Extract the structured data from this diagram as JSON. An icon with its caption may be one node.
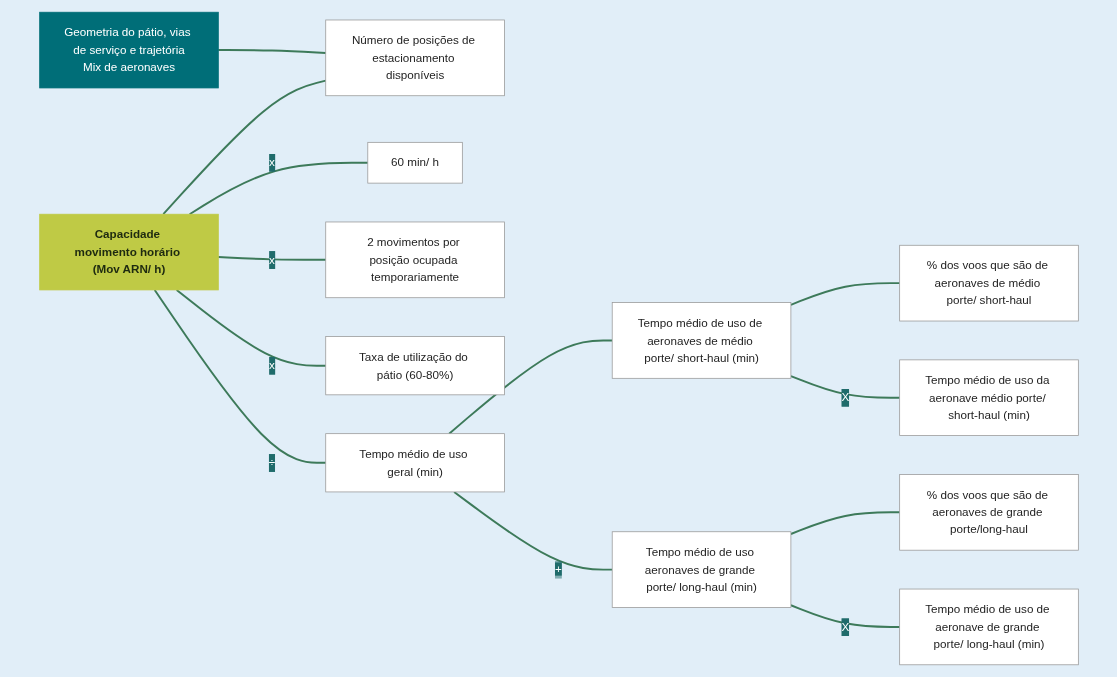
{
  "diagram": {
    "nodes": [
      {
        "text": [
          "Capacidade movimento horário (Mov ARN/ h)"
        ]
      },
      {
        "text": [
          "Número de posições de estacionamento disponíveis"
        ]
      },
      {
        "text": [
          "Geometria do pátio, vias de serviço e trajetória",
          "Mix de aeronaves"
        ]
      },
      {
        "text": [
          "60 min/ h"
        ]
      },
      {
        "text": [
          "2 movimentos por posição ocupada temporariamente"
        ]
      },
      {
        "text": [
          "Taxa de utilização do pátio (60-80%)"
        ]
      },
      {
        "text": [
          "Tempo médio de uso geral (min)"
        ]
      },
      {
        "text": [
          "Tempo médio de uso de aeronaves de médio porte/ short-haul (min)"
        ]
      },
      {
        "text": [
          "Tempo médio de uso aeronaves de grande porte/ long-haul (min)"
        ]
      },
      {
        "text": [
          "% dos voos que são de aeronaves de médio porte/ short-haul"
        ]
      },
      {
        "text": [
          "Tempo médio de uso da aeronave médio porte/ short-haul (min)"
        ]
      },
      {
        "text": [
          "% dos voos que são de aeronaves de grande porte/long-haul"
        ]
      },
      {
        "text": [
          "Tempo médio de uso de aeronave de grande porte/ long-haul (min)"
        ]
      }
    ],
    "edges": [
      {
        "from": 0,
        "to": 1,
        "arrow": "none"
      },
      {
        "from": 0,
        "to": 3,
        "arrow": "none",
        "label": "x"
      },
      {
        "from": 0,
        "to": 4,
        "arrow": "none",
        "label": "x"
      },
      {
        "from": 0,
        "to": 5,
        "arrow": "none",
        "label": "x"
      },
      {
        "from": 0,
        "to": 6,
        "arrow": "none",
        "label": "÷"
      },
      {
        "from": 6,
        "to": 7,
        "arrow": "none"
      },
      {
        "from": 6,
        "to": 8,
        "arrow": "none",
        "label": "+"
      },
      {
        "from": 7,
        "to": 9,
        "arrow": "none"
      },
      {
        "from": 7,
        "to": 10,
        "arrow": "none",
        "label": "X"
      },
      {
        "from": 8,
        "to": 11,
        "arrow": "none"
      },
      {
        "from": 8,
        "to": 12,
        "arrow": "none",
        "label": "X"
      },
      {
        "from": 2,
        "to": 1,
        "arrow": "none"
      }
    ]
  }
}
